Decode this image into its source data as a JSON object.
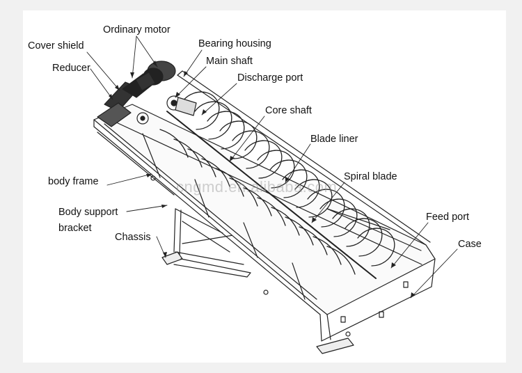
{
  "diagram": {
    "labels": {
      "ordinary_motor": "Ordinary motor",
      "cover_shield": "Cover shield",
      "bearing_housing": "Bearing housing",
      "reducer": "Reducer",
      "main_shaft": "Main shaft",
      "discharge_port": "Discharge port",
      "core_shaft": "Core shaft",
      "blade_liner": "Blade liner",
      "body_frame": "body frame",
      "spiral_blade": "Spiral blade",
      "body_support_line1": "Body support",
      "body_support_line2": "bracket",
      "feed_port": "Feed port",
      "chassis": "Chassis",
      "case": "Case"
    },
    "watermark": "cngmd.en.alibaba.com"
  }
}
